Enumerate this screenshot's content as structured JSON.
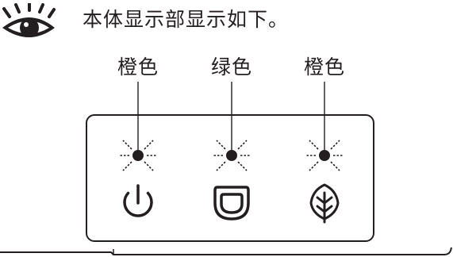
{
  "instruction": {
    "icon": "eye-icon",
    "text": "本体显示部显示如下。"
  },
  "indicators": [
    {
      "color_label": "橙色",
      "icon": "power-icon",
      "led_state": "blinking"
    },
    {
      "color_label": "绿色",
      "icon": "toilet-seat-icon",
      "led_state": "blinking"
    },
    {
      "color_label": "橙色",
      "icon": "leaf-icon",
      "led_state": "blinking"
    }
  ],
  "colors": {
    "ink": "#231f20",
    "background": "#ffffff"
  }
}
